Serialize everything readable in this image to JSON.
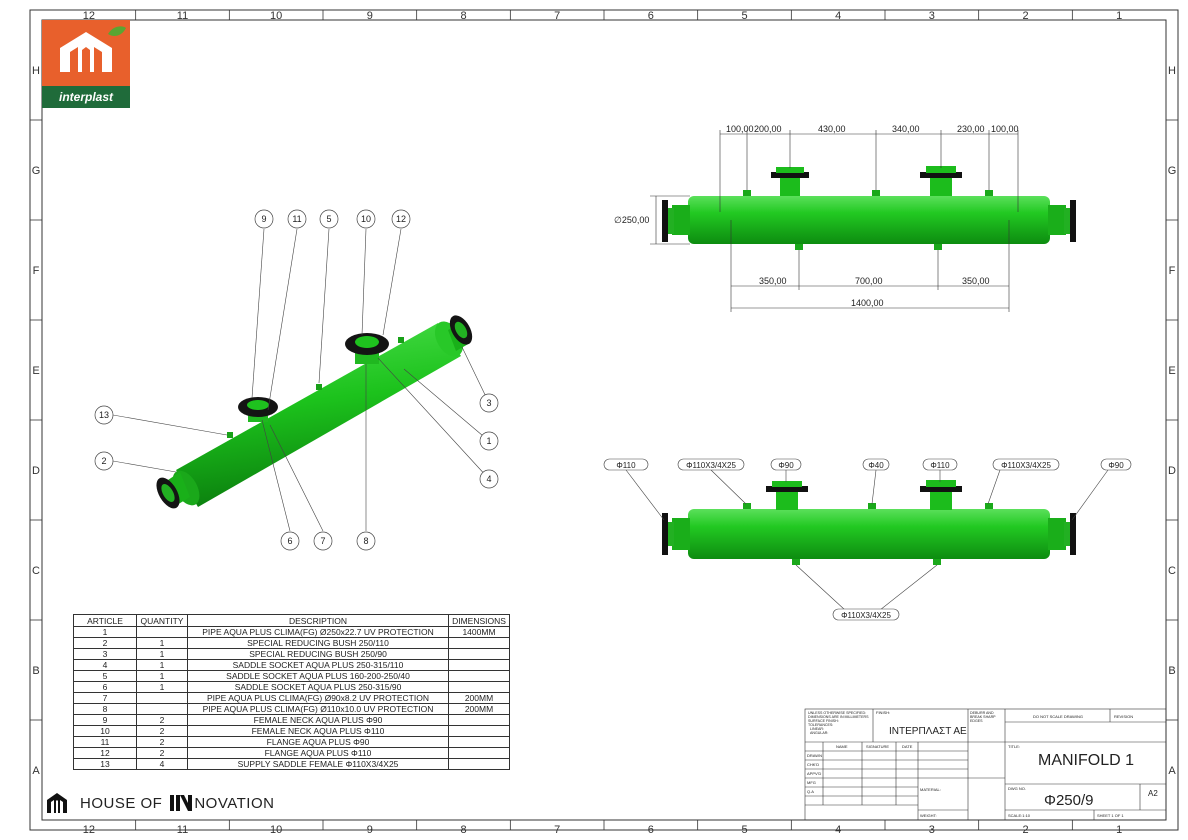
{
  "zones": {
    "columns": [
      "12",
      "11",
      "10",
      "9",
      "8",
      "7",
      "6",
      "5",
      "4",
      "3",
      "2",
      "1"
    ],
    "rows": [
      "H",
      "G",
      "F",
      "E",
      "D",
      "C",
      "B",
      "A"
    ]
  },
  "logo": {
    "brand": "interplast",
    "orange": "#e8602c",
    "green": "#1f6b3a"
  },
  "footer_brand": {
    "part1": "HOUSE OF",
    "part2": "NOVATION"
  },
  "colors": {
    "pipe": "#1ec21e",
    "pipe_dark": "#0f8a12",
    "flange": "#111111"
  },
  "isometric": {
    "balloons": [
      "9",
      "11",
      "5",
      "10",
      "12",
      "13",
      "2",
      "3",
      "1",
      "4",
      "6",
      "7",
      "8"
    ]
  },
  "front_view": {
    "top_dims": [
      "100,00",
      "200,00",
      "430,00",
      "340,00",
      "230,00",
      "100,00"
    ],
    "diameter": "∅250,00",
    "bottom_dims": [
      "350,00",
      "700,00",
      "350,00"
    ],
    "overall": "1400,00"
  },
  "bottom_view": {
    "callouts_top": [
      "Φ110",
      "Φ110X3/4X25",
      "Φ90",
      "Φ40",
      "Φ110",
      "Φ110X3/4X25",
      "Φ90"
    ],
    "callout_bottom": "Φ110X3/4X25"
  },
  "bom": {
    "headers": [
      "ARTICLE",
      "QUANTITY",
      "DESCRIPTION",
      "DIMENSIONS"
    ],
    "rows": [
      [
        "1",
        "",
        "PIPE AQUA PLUS CLIMA(FG) Ø250x22.7 UV PROTECTION",
        "1400MM"
      ],
      [
        "2",
        "1",
        "SPECIAL REDUCING BUSH 250/110",
        ""
      ],
      [
        "3",
        "1",
        "SPECIAL REDUCING BUSH 250/90",
        ""
      ],
      [
        "4",
        "1",
        "SADDLE SOCKET AQUA PLUS 250-315/110",
        ""
      ],
      [
        "5",
        "1",
        "SADDLE SOCKET AQUA PLUS 160-200-250/40",
        ""
      ],
      [
        "6",
        "1",
        "SADDLE SOCKET AQUA PLUS  250-315/90",
        ""
      ],
      [
        "7",
        "",
        "PIPE AQUA PLUS CLIMA(FG) Ø90x8.2 UV PROTECTION",
        "200MM"
      ],
      [
        "8",
        "",
        "PIPE AQUA PLUS CLIMA(FG) Ø110x10.0 UV PROTECTION",
        "200MM"
      ],
      [
        "9",
        "2",
        "FEMALE NECK AQUA PLUS Φ90",
        ""
      ],
      [
        "10",
        "2",
        "FEMALE NECK AQUA PLUS Φ110",
        ""
      ],
      [
        "11",
        "2",
        "FLANGE AQUA PLUS Φ90",
        ""
      ],
      [
        "12",
        "2",
        "FLANGE AQUA PLUS Φ110",
        ""
      ],
      [
        "13",
        "4",
        "SUPPLY SADDLE FEMALE Φ110X3/4X25",
        ""
      ]
    ]
  },
  "title_block": {
    "notes": [
      "UNLESS OTHERWISE SPECIFIED:",
      "DIMENSIONS ARE IN MILLIMETERS",
      "SURFACE FINISH:",
      "TOLERANCES:",
      "LINEAR:",
      "ANGULAR:"
    ],
    "finish_label": "FINISH:",
    "deburr": [
      "DEBURR AND",
      "BREAK SHARP",
      "EDGES"
    ],
    "company": "ΙΝΤΕΡΠΛΑΣΤ ΑΕ",
    "do_not_scale": "DO NOT SCALE DRAWING",
    "revision": "REVISION",
    "col_headers": [
      "NAME",
      "SIGNATURE",
      "DATE"
    ],
    "roles": [
      "DRAWN",
      "CHK'D",
      "APPV'D",
      "MFG",
      "Q.A"
    ],
    "material_label": "MATERIAL:",
    "weight_label": "WEIGHT:",
    "title_label": "TITLE:",
    "title": "MANIFOLD 1",
    "dwg_label": "DWG NO.",
    "dwg_no": "Φ250/9",
    "size": "A2",
    "scale": "SCALE:1:10",
    "sheet": "SHEET 1 OF 1"
  }
}
